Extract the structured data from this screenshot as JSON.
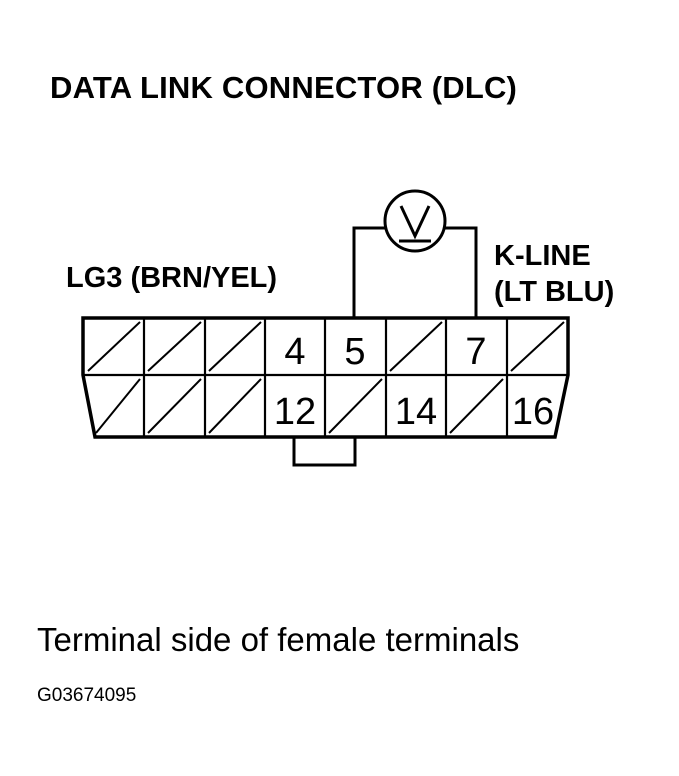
{
  "title": "DATA LINK CONNECTOR (DLC)",
  "left_label": "LG3 (BRN/YEL)",
  "right_label": [
    "K-LINE",
    "(LT BLU)"
  ],
  "meter_symbol": "V",
  "terminals_top": [
    "",
    "",
    "",
    "4",
    "5",
    "",
    "7",
    ""
  ],
  "terminals_bottom": [
    "",
    "",
    "",
    "12",
    "",
    "14",
    "",
    "16"
  ],
  "caption": "Terminal side of female terminals",
  "figure_code": "G03674095"
}
